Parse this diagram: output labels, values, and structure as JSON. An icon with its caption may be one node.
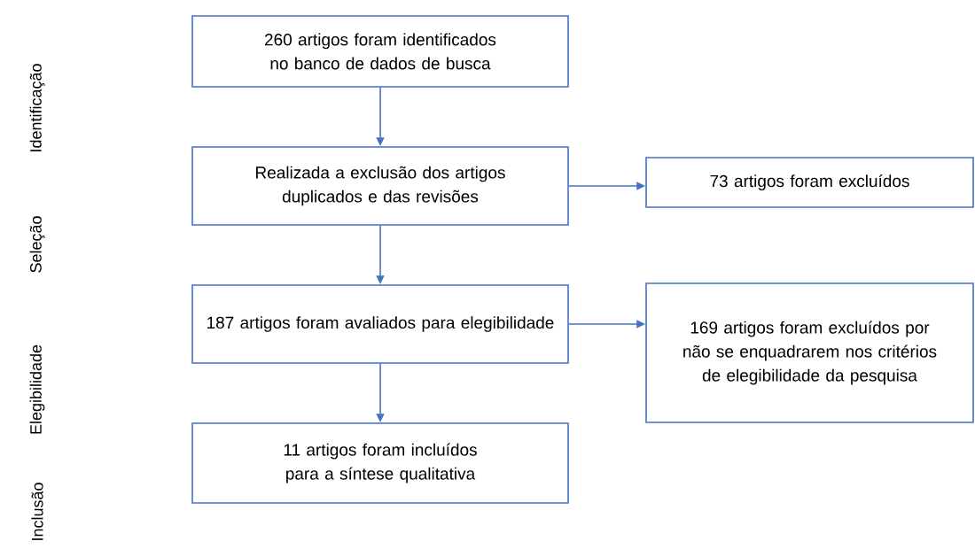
{
  "diagram": {
    "nodes": [
      {
        "text": [
          "260 artigos foram identificados no banco de dados de busca"
        ]
      },
      {
        "text": [
          "Realizada a exclusão dos artigos duplicados e das revisões"
        ]
      },
      {
        "text": [
          "73 artigos foram excluídos"
        ]
      },
      {
        "text": [
          "187 artigos foram avaliados para elegibilidade"
        ]
      },
      {
        "text": [
          "169 artigos foram excluídos por não se enquadrarem nos critérios de elegibilidade da pesquisa"
        ]
      },
      {
        "text": [
          "11 artigos foram incluídos para a síntese qualitativa"
        ]
      }
    ],
    "edges": [
      {
        "from": 0,
        "to": 1,
        "arrow": "to"
      },
      {
        "from": 1,
        "to": 2,
        "arrow": "to"
      },
      {
        "from": 1,
        "to": 3,
        "arrow": "to"
      },
      {
        "from": 3,
        "to": 4,
        "arrow": "to"
      },
      {
        "from": 3,
        "to": 5,
        "arrow": "to"
      }
    ],
    "labels": [
      "Identificação",
      "Seleção",
      "Elegibilidade",
      "Inclusão"
    ]
  }
}
